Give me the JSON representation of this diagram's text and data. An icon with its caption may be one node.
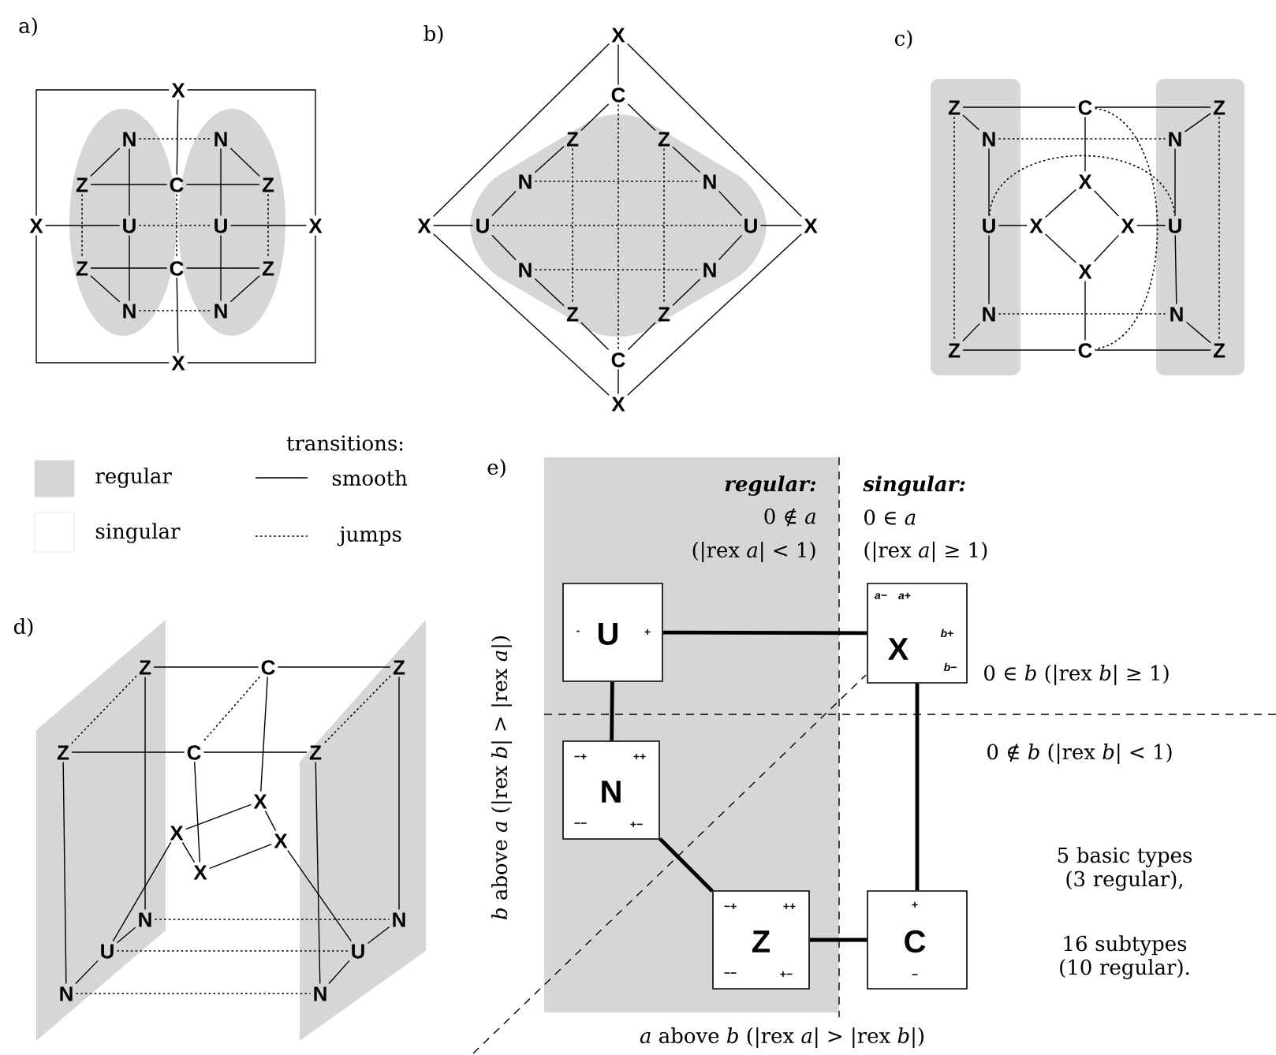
{
  "diagram": {
    "nodes": [
      {
        "text": [
          "X"
        ]
      },
      {
        "text": [
          "N"
        ]
      },
      {
        "text": [
          "N"
        ]
      },
      {
        "text": [
          "Z"
        ]
      },
      {
        "text": [
          "C"
        ]
      },
      {
        "text": [
          "Z"
        ]
      },
      {
        "text": [
          "X"
        ]
      },
      {
        "text": [
          "U"
        ]
      },
      {
        "text": [
          "U"
        ]
      },
      {
        "text": [
          "X"
        ]
      },
      {
        "text": [
          "Z"
        ]
      },
      {
        "text": [
          "C"
        ]
      },
      {
        "text": [
          "Z"
        ]
      },
      {
        "text": [
          "N"
        ]
      },
      {
        "text": [
          "N"
        ]
      },
      {
        "text": [
          "X"
        ]
      },
      {
        "text": [
          "X"
        ]
      },
      {
        "text": [
          "C"
        ]
      },
      {
        "text": [
          "Z"
        ]
      },
      {
        "text": [
          "Z"
        ]
      },
      {
        "text": [
          "N"
        ]
      },
      {
        "text": [
          "N"
        ]
      },
      {
        "text": [
          "X"
        ]
      },
      {
        "text": [
          "U"
        ]
      },
      {
        "text": [
          "U"
        ]
      },
      {
        "text": [
          "X"
        ]
      },
      {
        "text": [
          "N"
        ]
      },
      {
        "text": [
          "N"
        ]
      },
      {
        "text": [
          "Z"
        ]
      },
      {
        "text": [
          "Z"
        ]
      },
      {
        "text": [
          "C"
        ]
      },
      {
        "text": [
          "X"
        ]
      },
      {
        "text": [
          "Z"
        ]
      },
      {
        "text": [
          "C"
        ]
      },
      {
        "text": [
          "Z"
        ]
      },
      {
        "text": [
          "N"
        ]
      },
      {
        "text": [
          "N"
        ]
      },
      {
        "text": [
          "X"
        ]
      },
      {
        "text": [
          "U"
        ]
      },
      {
        "text": [
          "X"
        ]
      },
      {
        "text": [
          "X"
        ]
      },
      {
        "text": [
          "U"
        ]
      },
      {
        "text": [
          "X"
        ]
      },
      {
        "text": [
          "N"
        ]
      },
      {
        "text": [
          "N"
        ]
      },
      {
        "text": [
          "Z"
        ]
      },
      {
        "text": [
          "C"
        ]
      },
      {
        "text": [
          "Z"
        ]
      },
      {
        "text": [
          "Z"
        ]
      },
      {
        "text": [
          "C"
        ]
      },
      {
        "text": [
          "Z"
        ]
      },
      {
        "text": [
          "Z"
        ]
      },
      {
        "text": [
          "C"
        ]
      },
      {
        "text": [
          "Z"
        ]
      },
      {
        "text": [
          "X"
        ]
      },
      {
        "text": [
          "X"
        ]
      },
      {
        "text": [
          "X"
        ]
      },
      {
        "text": [
          "X"
        ]
      },
      {
        "text": [
          "N"
        ]
      },
      {
        "text": [
          "N"
        ]
      },
      {
        "text": [
          "U"
        ]
      },
      {
        "text": [
          "U"
        ]
      },
      {
        "text": [
          "N"
        ]
      },
      {
        "text": [
          "N"
        ]
      },
      {
        "text": [
          "-",
          "U",
          "+"
        ]
      },
      {
        "text": [
          "*a*−",
          "*a*+",
          "*b*+",
          "X",
          "*b*−"
        ]
      },
      {
        "text": [
          "−+",
          "++",
          "N",
          "−−",
          "+−"
        ]
      },
      {
        "text": [
          "−+",
          "++",
          "Z",
          "−−",
          "+−"
        ]
      },
      {
        "text": [
          "+",
          "C",
          "−"
        ]
      }
    ],
    "edges": [
      {
        "from": 0,
        "to": 6,
        "arrow": "none"
      },
      {
        "from": 0,
        "to": 9,
        "arrow": "none"
      },
      {
        "from": 15,
        "to": 6,
        "arrow": "none"
      },
      {
        "from": 15,
        "to": 9,
        "arrow": "none"
      },
      {
        "from": 0,
        "to": 4,
        "arrow": "none"
      },
      {
        "from": 6,
        "to": 7,
        "arrow": "none"
      },
      {
        "from": 9,
        "to": 8,
        "arrow": "none"
      },
      {
        "from": 15,
        "to": 11,
        "arrow": "none"
      },
      {
        "from": 1,
        "to": 2,
        "arrow": "none",
        "style": "dashed"
      },
      {
        "from": 13,
        "to": 14,
        "arrow": "none",
        "style": "dashed"
      },
      {
        "from": 3,
        "to": 4,
        "arrow": "none"
      },
      {
        "from": 4,
        "to": 5,
        "arrow": "none"
      },
      {
        "from": 10,
        "to": 11,
        "arrow": "none"
      },
      {
        "from": 11,
        "to": 12,
        "arrow": "none"
      },
      {
        "from": 1,
        "to": 3,
        "arrow": "none"
      },
      {
        "from": 2,
        "to": 5,
        "arrow": "none"
      },
      {
        "from": 13,
        "to": 10,
        "arrow": "none"
      },
      {
        "from": 14,
        "to": 12,
        "arrow": "none"
      },
      {
        "from": 1,
        "to": 7,
        "arrow": "none"
      },
      {
        "from": 7,
        "to": 13,
        "arrow": "none"
      },
      {
        "from": 2,
        "to": 8,
        "arrow": "none"
      },
      {
        "from": 8,
        "to": 14,
        "arrow": "none"
      },
      {
        "from": 3,
        "to": 10,
        "arrow": "none",
        "style": "dashed"
      },
      {
        "from": 5,
        "to": 12,
        "arrow": "none",
        "style": "dashed"
      },
      {
        "from": 7,
        "to": 8,
        "arrow": "none",
        "style": "dashed"
      },
      {
        "from": 4,
        "to": 11,
        "arrow": "none",
        "style": "dashed"
      },
      {
        "from": 16,
        "to": 17,
        "arrow": "none"
      },
      {
        "from": 17,
        "to": 18,
        "arrow": "none"
      },
      {
        "from": 17,
        "to": 19,
        "arrow": "none"
      },
      {
        "from": 18,
        "to": 20,
        "arrow": "none"
      },
      {
        "from": 19,
        "to": 21,
        "arrow": "none"
      },
      {
        "from": 20,
        "to": 23,
        "arrow": "none"
      },
      {
        "from": 21,
        "to": 24,
        "arrow": "none"
      },
      {
        "from": 23,
        "to": 22,
        "arrow": "none"
      },
      {
        "from": 24,
        "to": 25,
        "arrow": "none"
      },
      {
        "from": 23,
        "to": 26,
        "arrow": "none"
      },
      {
        "from": 24,
        "to": 27,
        "arrow": "none"
      },
      {
        "from": 26,
        "to": 28,
        "arrow": "none"
      },
      {
        "from": 27,
        "to": 29,
        "arrow": "none"
      },
      {
        "from": 28,
        "to": 30,
        "arrow": "none"
      },
      {
        "from": 29,
        "to": 30,
        "arrow": "none"
      },
      {
        "from": 30,
        "to": 31,
        "arrow": "none"
      },
      {
        "from": 16,
        "to": 22,
        "arrow": "none"
      },
      {
        "from": 16,
        "to": 25,
        "arrow": "none"
      },
      {
        "from": 31,
        "to": 22,
        "arrow": "none"
      },
      {
        "from": 31,
        "to": 25,
        "arrow": "none"
      },
      {
        "from": 20,
        "to": 21,
        "arrow": "none",
        "style": "dashed"
      },
      {
        "from": 23,
        "to": 24,
        "arrow": "none",
        "style": "dashed"
      },
      {
        "from": 26,
        "to": 27,
        "arrow": "none",
        "style": "dashed"
      },
      {
        "from": 18,
        "to": 28,
        "arrow": "none",
        "style": "dashed"
      },
      {
        "from": 19,
        "to": 29,
        "arrow": "none",
        "style": "dashed"
      },
      {
        "from": 17,
        "to": 30,
        "arrow": "none",
        "style": "dashed"
      },
      {
        "from": 32,
        "to": 33,
        "arrow": "none"
      },
      {
        "from": 33,
        "to": 34,
        "arrow": "none"
      },
      {
        "from": 32,
        "to": 35,
        "arrow": "none"
      },
      {
        "from": 34,
        "to": 36,
        "arrow": "none"
      },
      {
        "from": 35,
        "to": 36,
        "arrow": "none",
        "style": "dashed"
      },
      {
        "from": 33,
        "to": 37,
        "arrow": "none"
      },
      {
        "from": 35,
        "to": 38,
        "arrow": "none"
      },
      {
        "from": 38,
        "to": 43,
        "arrow": "none"
      },
      {
        "from": 36,
        "to": 41,
        "arrow": "none"
      },
      {
        "from": 41,
        "to": 44,
        "arrow": "none"
      },
      {
        "from": 38,
        "to": 39,
        "arrow": "none"
      },
      {
        "from": 40,
        "to": 41,
        "arrow": "none"
      },
      {
        "from": 37,
        "to": 39,
        "arrow": "none"
      },
      {
        "from": 37,
        "to": 40,
        "arrow": "none"
      },
      {
        "from": 39,
        "to": 42,
        "arrow": "none"
      },
      {
        "from": 40,
        "to": 42,
        "arrow": "none"
      },
      {
        "from": 42,
        "to": 46,
        "arrow": "none"
      },
      {
        "from": 43,
        "to": 44,
        "arrow": "none",
        "style": "dashed"
      },
      {
        "from": 45,
        "to": 46,
        "arrow": "none"
      },
      {
        "from": 46,
        "to": 47,
        "arrow": "none"
      },
      {
        "from": 43,
        "to": 45,
        "arrow": "none"
      },
      {
        "from": 44,
        "to": 47,
        "arrow": "none"
      },
      {
        "from": 32,
        "to": 45,
        "arrow": "none",
        "style": "dashed"
      },
      {
        "from": 34,
        "to": 47,
        "arrow": "none",
        "style": "dashed"
      },
      {
        "from": 38,
        "to": 41,
        "arrow": "none",
        "style": "dashed"
      },
      {
        "from": 33,
        "to": 46,
        "arrow": "none",
        "style": "dashed"
      },
      {
        "from": 48,
        "to": 49,
        "arrow": "none"
      },
      {
        "from": 49,
        "to": 50,
        "arrow": "none"
      },
      {
        "from": 51,
        "to": 52,
        "arrow": "none"
      },
      {
        "from": 52,
        "to": 53,
        "arrow": "none"
      },
      {
        "from": 48,
        "to": 51,
        "arrow": "none",
        "style": "dashed"
      },
      {
        "from": 49,
        "to": 52,
        "arrow": "none",
        "style": "dashed"
      },
      {
        "from": 50,
        "to": 53,
        "arrow": "none",
        "style": "dashed"
      },
      {
        "from": 48,
        "to": 58,
        "arrow": "none"
      },
      {
        "from": 50,
        "to": 59,
        "arrow": "none"
      },
      {
        "from": 51,
        "to": 62,
        "arrow": "none"
      },
      {
        "from": 53,
        "to": 63,
        "arrow": "none"
      },
      {
        "from": 49,
        "to": 54,
        "arrow": "none"
      },
      {
        "from": 52,
        "to": 57,
        "arrow": "none"
      },
      {
        "from": 54,
        "to": 55,
        "arrow": "none"
      },
      {
        "from": 54,
        "to": 56,
        "arrow": "none"
      },
      {
        "from": 55,
        "to": 57,
        "arrow": "none"
      },
      {
        "from": 56,
        "to": 57,
        "arrow": "none"
      },
      {
        "from": 55,
        "to": 60,
        "arrow": "none"
      },
      {
        "from": 56,
        "to": 61,
        "arrow": "none"
      },
      {
        "from": 58,
        "to": 60,
        "arrow": "none"
      },
      {
        "from": 60,
        "to": 62,
        "arrow": "none"
      },
      {
        "from": 59,
        "to": 61,
        "arrow": "none"
      },
      {
        "from": 61,
        "to": 63,
        "arrow": "none"
      },
      {
        "from": 58,
        "to": 59,
        "arrow": "none",
        "style": "dashed"
      },
      {
        "from": 60,
        "to": 61,
        "arrow": "none",
        "style": "dashed"
      },
      {
        "from": 62,
        "to": 63,
        "arrow": "none",
        "style": "dashed"
      },
      {
        "from": 64,
        "to": 65,
        "arrow": "none",
        "style": "thick"
      },
      {
        "from": 64,
        "to": 66,
        "arrow": "none",
        "style": "thick"
      },
      {
        "from": 66,
        "to": 67,
        "arrow": "none",
        "style": "thick"
      },
      {
        "from": 67,
        "to": 68,
        "arrow": "none",
        "style": "thick"
      },
      {
        "from": 65,
        "to": 68,
        "arrow": "none",
        "style": "thick"
      }
    ],
    "labels": [
      "a)",
      "b)",
      "c)",
      "d)",
      "e)",
      "transitions:",
      "regular:",
      "0 ∉ *a*",
      "(|rex *a*| < 1)",
      "singular:",
      "0 ∈ *a*",
      "(|rex *a*| ≥ 1)",
      "0 ∈ *b* (|rex *b*| ≥ 1)",
      "0 ∉ *b* (|rex *b*| < 1)",
      "5 basic types (3 regular),",
      "16 subtypes (10 regular).",
      "*b* above *a* (|rex *b*| > |rex *a*|)",
      "*a* above *b* (|rex *a*| > |rex *b*|)"
    ],
    "legend": [
      {
        "text": "regular",
        "color": "#d6d6d6"
      },
      {
        "text": "singular",
        "color": "#ffffff"
      },
      {
        "text": "smooth"
      },
      {
        "text": "jumps"
      }
    ]
  }
}
